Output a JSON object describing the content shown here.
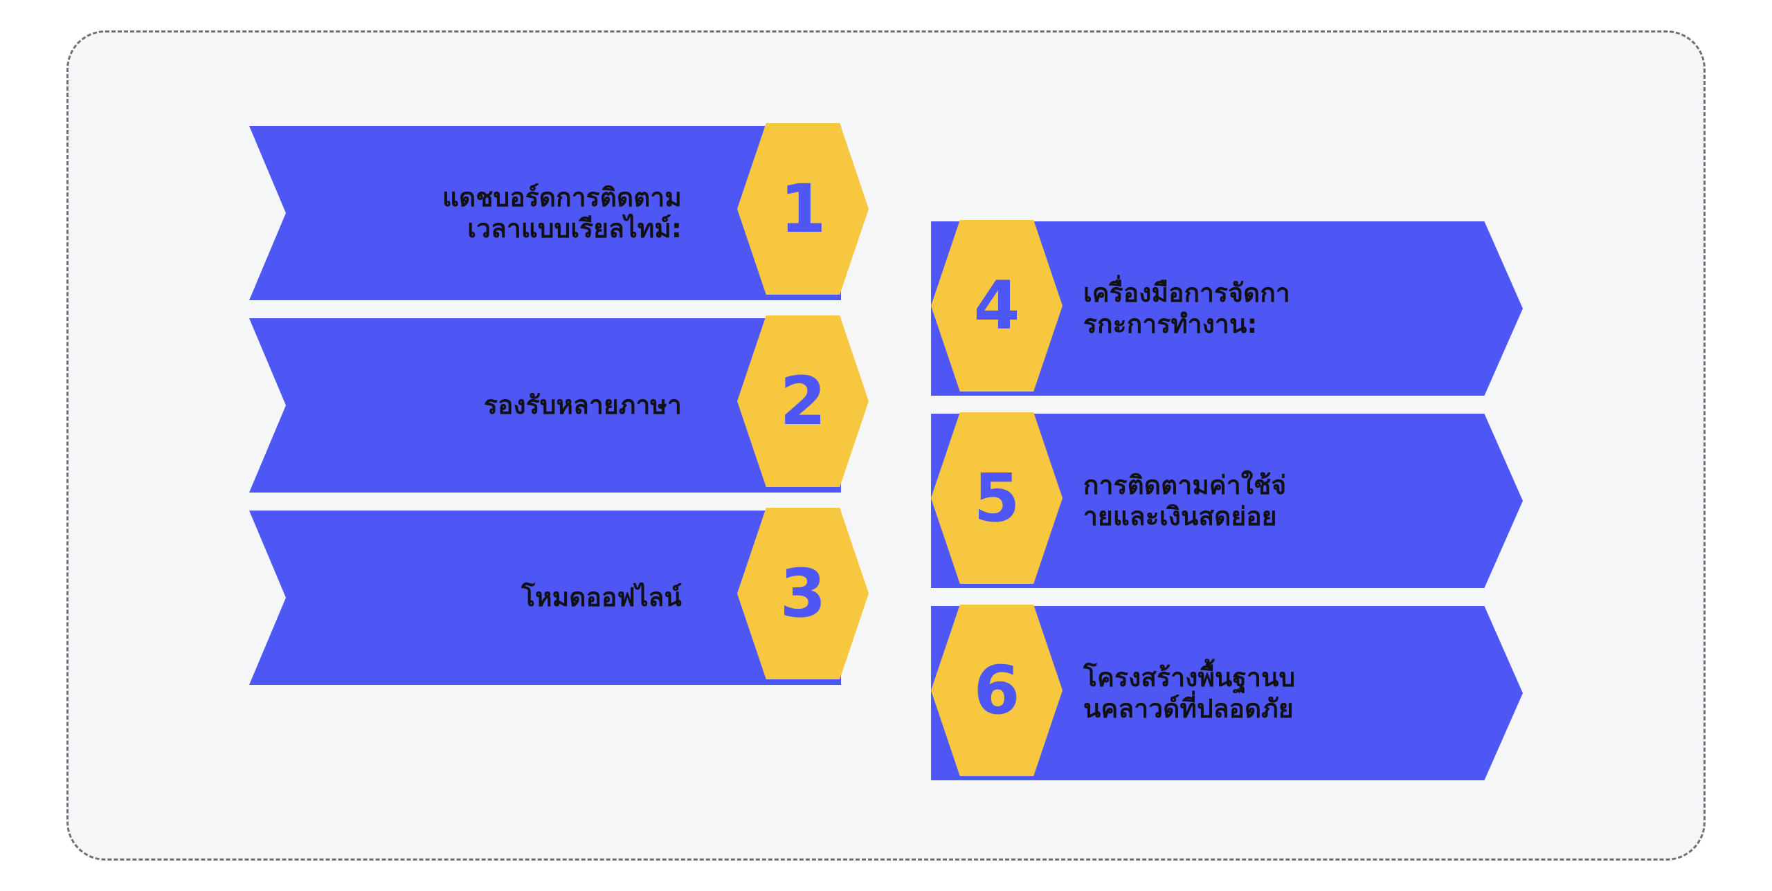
{
  "frame": {
    "background_color": "#f5f6f7",
    "border_color": "#6e7076",
    "border_style": "dashed"
  },
  "theme": {
    "bar_color": "#4e57f4",
    "hex_color": "#f7c73f",
    "number_color": "#4e57f4",
    "label_color": "#111111",
    "page_background": "#ffffff"
  },
  "diagram": {
    "type": "hexagon-chevron-list",
    "column_count": 2,
    "item_count": 6
  },
  "items": [
    {
      "number": "1",
      "label": "แดชบอร์ดการติดตาม\nเวลาแบบเรียลไทม์:",
      "side": "left"
    },
    {
      "number": "2",
      "label": "รองรับหลายภาษา",
      "side": "left"
    },
    {
      "number": "3",
      "label": "โหมดออฟไลน์",
      "side": "left"
    },
    {
      "number": "4",
      "label": "เครื่องมือการจัดกา\nรกะการทำงาน:",
      "side": "right"
    },
    {
      "number": "5",
      "label": "การติดตามค่าใช้จ่\nายและเงินสดย่อย",
      "side": "right"
    },
    {
      "number": "6",
      "label": "โครงสร้างพื้นฐานบ\nนคลาวด์ที่ปลอดภัย",
      "side": "right"
    }
  ]
}
